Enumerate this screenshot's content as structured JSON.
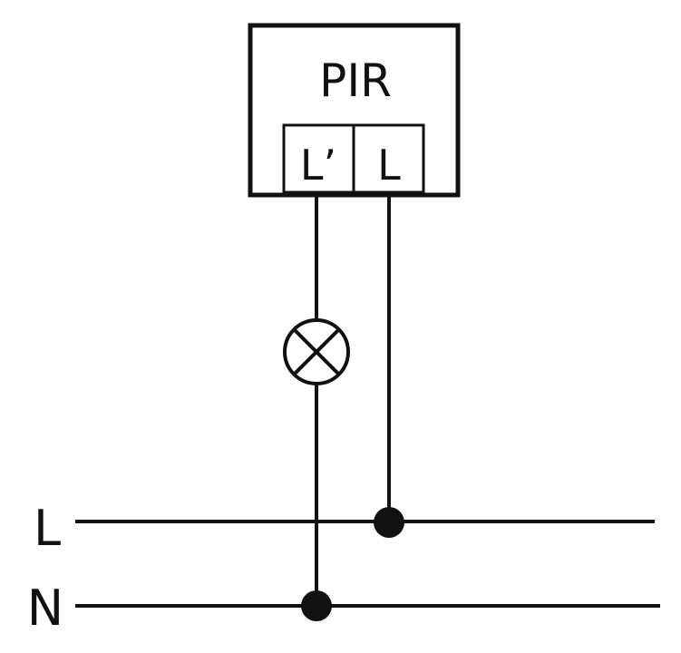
{
  "colors": {
    "line": "#111111",
    "background": "#ffffff"
  },
  "pir": {
    "title": "PIR",
    "terminal_left": "L’",
    "terminal_right": "L"
  },
  "lamp": {
    "icon": "lamp-icon"
  },
  "rails": {
    "live_label": "L",
    "neutral_label": "N"
  }
}
